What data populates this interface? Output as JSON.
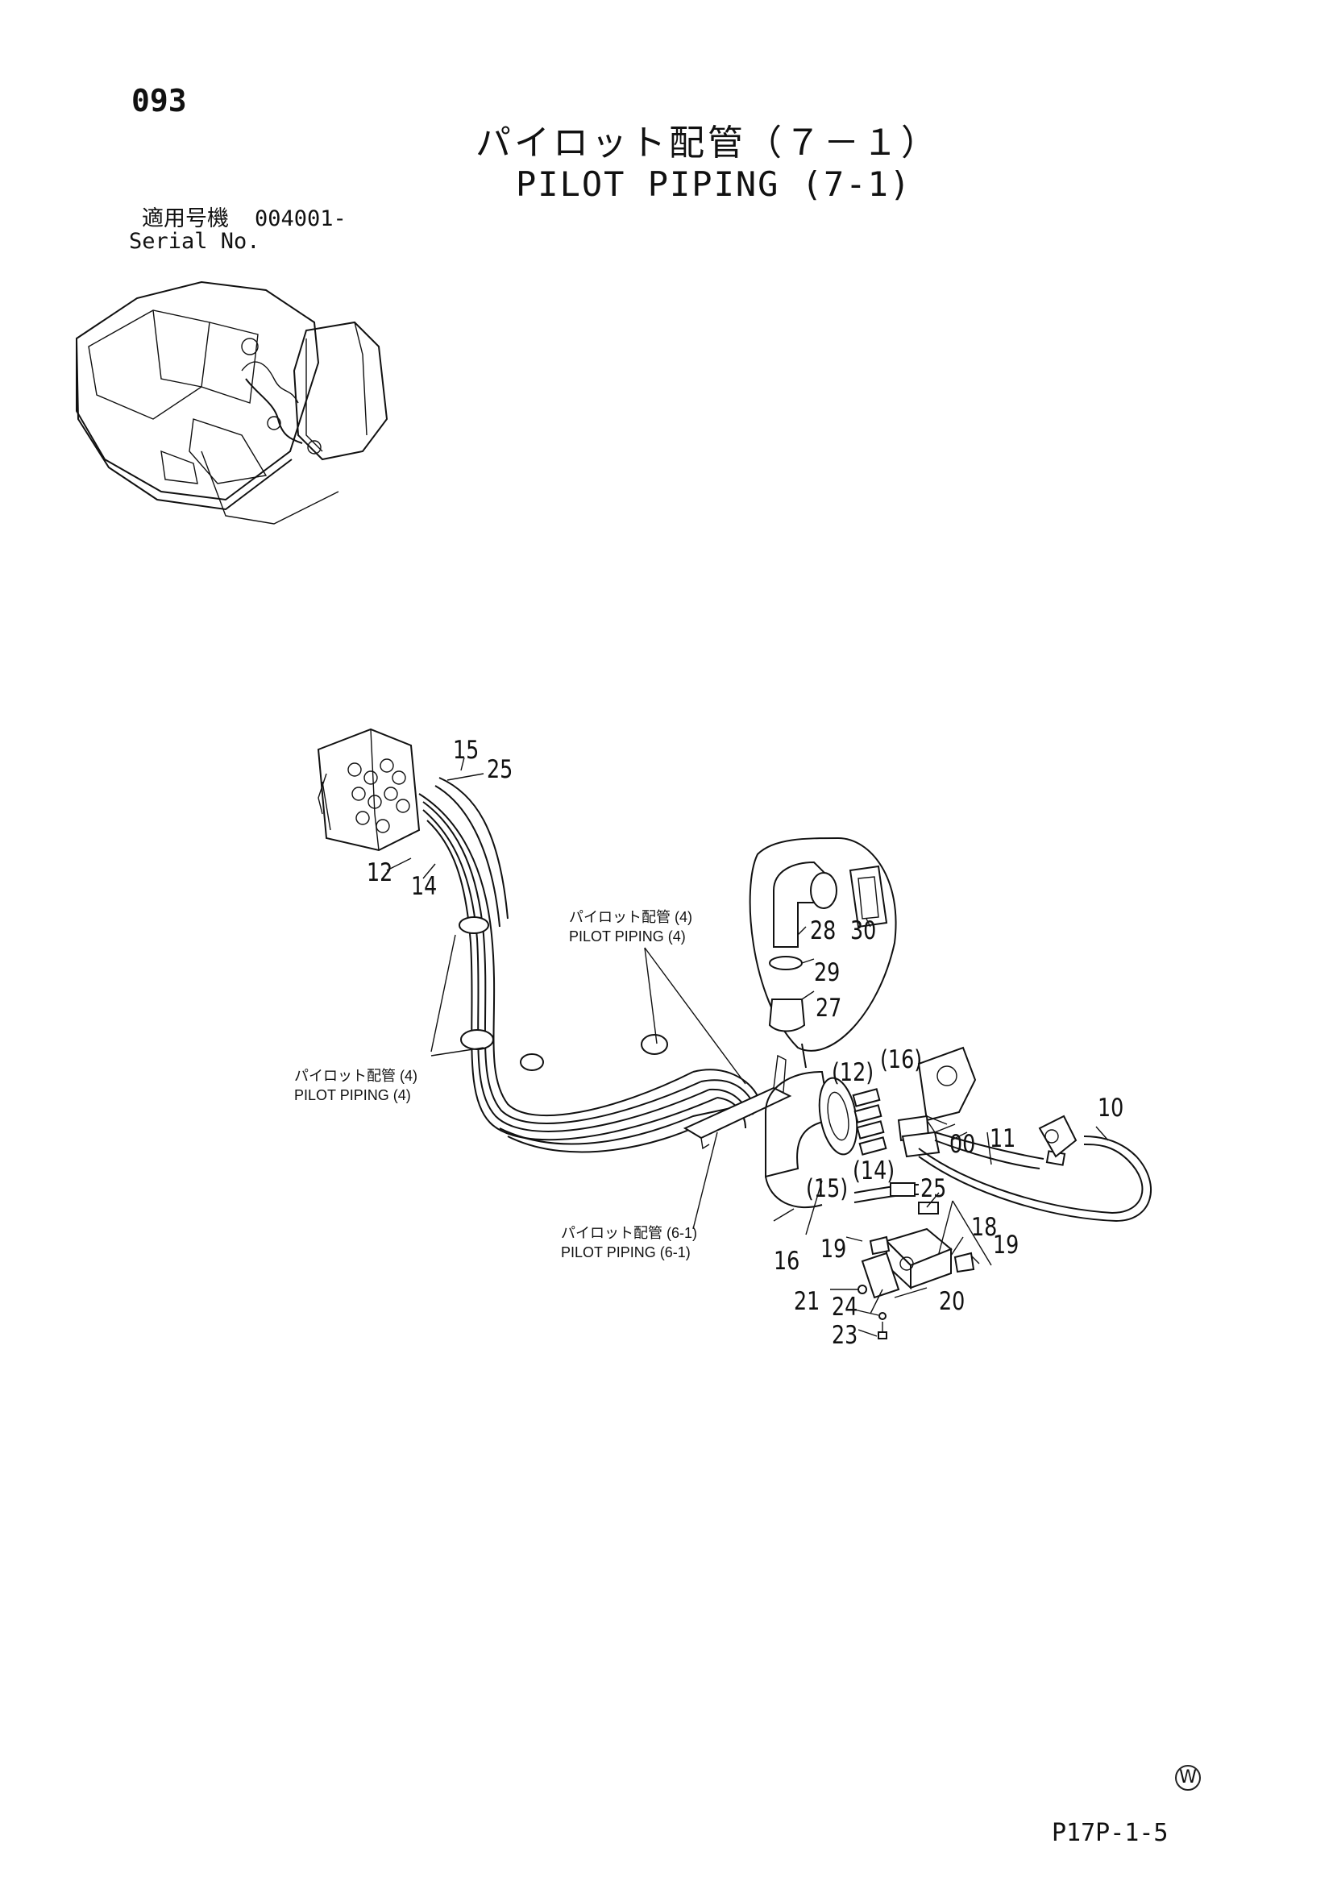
{
  "page_number": "093",
  "title_ja": "パイロット配管（７－１）",
  "title_en": "PILOT PIPING (7-1)",
  "serial_label_ja": "適用号機",
  "serial_value": "004001-",
  "serial_label_en": "Serial No.",
  "callouts": {
    "c15": "15",
    "c25a": "25",
    "c12": "12",
    "c14": "14",
    "c28": "28",
    "c29": "29",
    "c30": "30",
    "c27": "27",
    "c12p": "(12)",
    "c16p": "(16)",
    "c00": "00",
    "c11": "11",
    "c10": "10",
    "c14p": "(14)",
    "c15p": "(15)",
    "c25b": "25",
    "c18": "18",
    "c19a": "19",
    "c19b": "19",
    "c16": "16",
    "c21": "21",
    "c24": "24",
    "c20": "20",
    "c23": "23"
  },
  "references": {
    "ref_center_ja": "パイロット配管 (4)",
    "ref_center_en": "PILOT PIPING (4)",
    "ref_left_ja": "パイロット配管 (4)",
    "ref_left_en": "PILOT PIPING (4)",
    "ref_bottom_ja": "パイロット配管 (6-1)",
    "ref_bottom_en": "PILOT PIPING (6-1)"
  },
  "w_mark": "W",
  "figure_code": "P17P-1-5"
}
